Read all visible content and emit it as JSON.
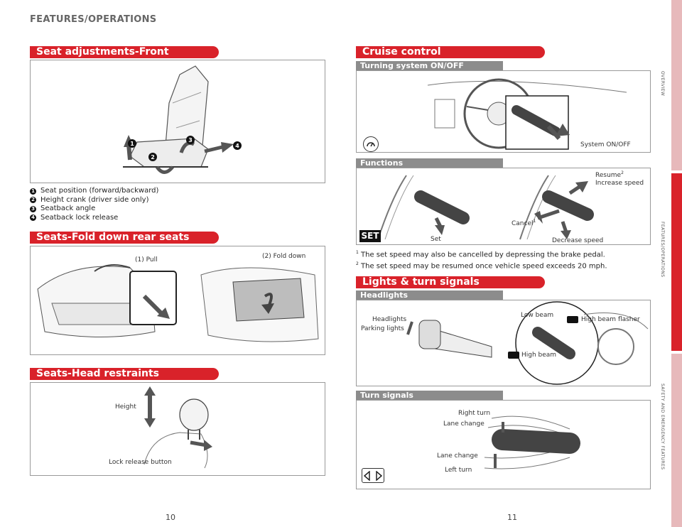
{
  "header": {
    "section": "FEATURES/OPERATIONS"
  },
  "seat_front": {
    "title": "Seat adjustments-Front",
    "items": [
      {
        "num": "1",
        "text": "Seat position (forward/backward)"
      },
      {
        "num": "2",
        "text": "Height crank (driver side only)"
      },
      {
        "num": "3",
        "text": "Seatback angle"
      },
      {
        "num": "4",
        "text": "Seatback lock release"
      }
    ]
  },
  "seats_fold": {
    "title": "Seats-Fold down rear seats",
    "pull_label": "(1) Pull",
    "fold_label": "(2) Fold down"
  },
  "head_restraints": {
    "title": "Seats-Head restraints",
    "height_label": "Height",
    "lock_label": "Lock release button"
  },
  "cruise": {
    "title": "Cruise control",
    "turning_sub": "Turning system ON/OFF",
    "system_label": "System ON/OFF",
    "functions_sub": "Functions",
    "resume_label": "Resume",
    "resume_sup": "2",
    "increase_label": "Increase speed",
    "cancel_label": "Cancel",
    "cancel_sup": "1",
    "set_label": "Set",
    "decrease_label": "Decrease speed",
    "set_icon_text": "SET",
    "note1_sup": "1",
    "note1": "The set speed may also be cancelled by depressing the brake pedal.",
    "note2_sup": "2",
    "note2": "The set speed may be resumed once vehicle speed exceeds 20 mph."
  },
  "lights": {
    "title": "Lights & turn signals",
    "headlights_sub": "Headlights",
    "headlights_label": "Headlights",
    "parking_label": "Parking lights",
    "low_beam": "Low beam",
    "high_beam_flasher": "High beam flasher",
    "high_beam": "High beam",
    "turn_sub": "Turn signals",
    "right_turn": "Right turn",
    "lane_change_up": "Lane change",
    "lane_change_down": "Lane change",
    "left_turn": "Left turn"
  },
  "side_tabs": [
    "OVERVIEW",
    "FEATURES/OPERATIONS",
    "SAFETY AND EMERGENCY FEATURES"
  ],
  "colors": {
    "accent": "#d9222a",
    "subbar": "#8c8c8c",
    "tab_active": "#d9222a",
    "tab_inactive": "#e7b9bb"
  },
  "pages": {
    "left": "10",
    "right": "11"
  }
}
